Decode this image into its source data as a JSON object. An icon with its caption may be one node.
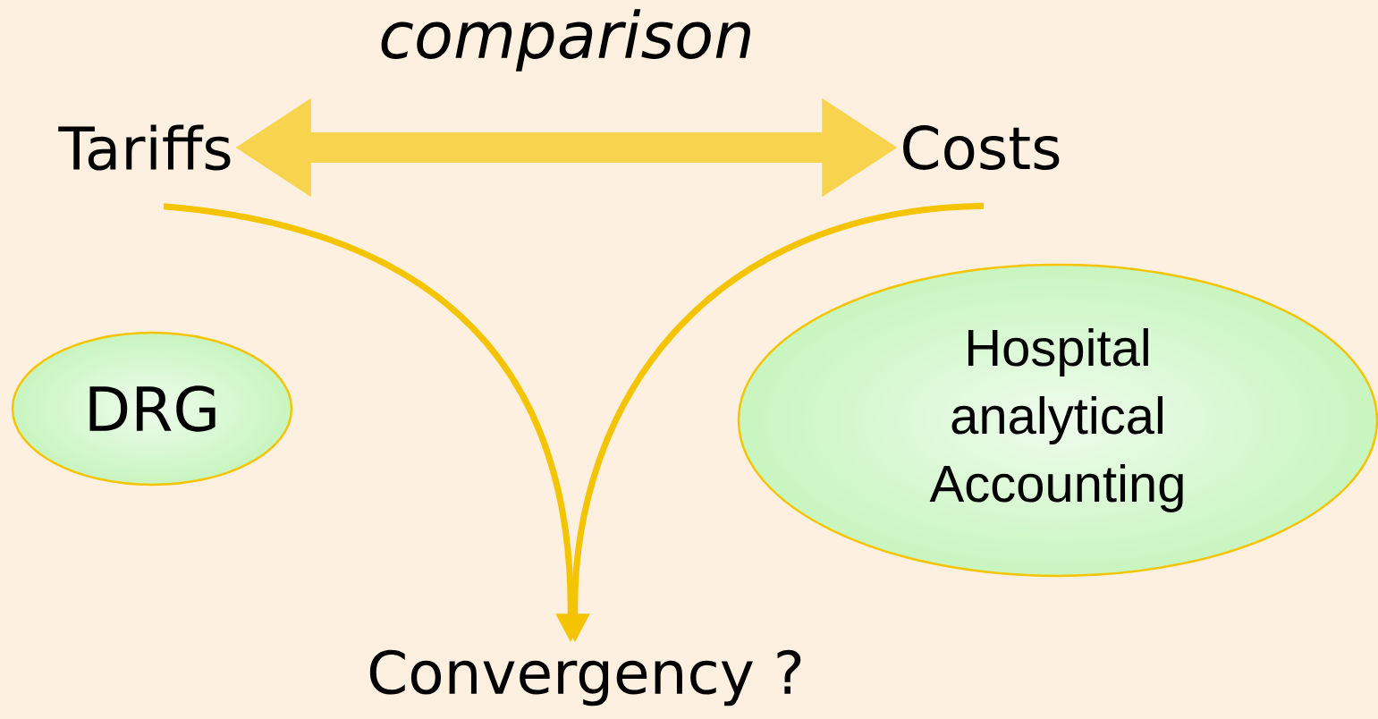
{
  "diagram": {
    "nodes": [
      {
        "text": [
          "Tariffs"
        ]
      },
      {
        "text": [
          "Costs"
        ]
      },
      {
        "text": [
          "DRG"
        ]
      },
      {
        "text": [
          "Hospital analytical Accounting"
        ]
      },
      {
        "text": [
          "Convergency ?"
        ]
      }
    ],
    "edges": [
      {
        "from": 0,
        "to": 1,
        "arrow": "both",
        "label": "comparison",
        "style": "thick"
      },
      {
        "from": 0,
        "to": 4,
        "arrow": "to"
      },
      {
        "from": 1,
        "to": 4,
        "arrow": "to"
      }
    ]
  }
}
